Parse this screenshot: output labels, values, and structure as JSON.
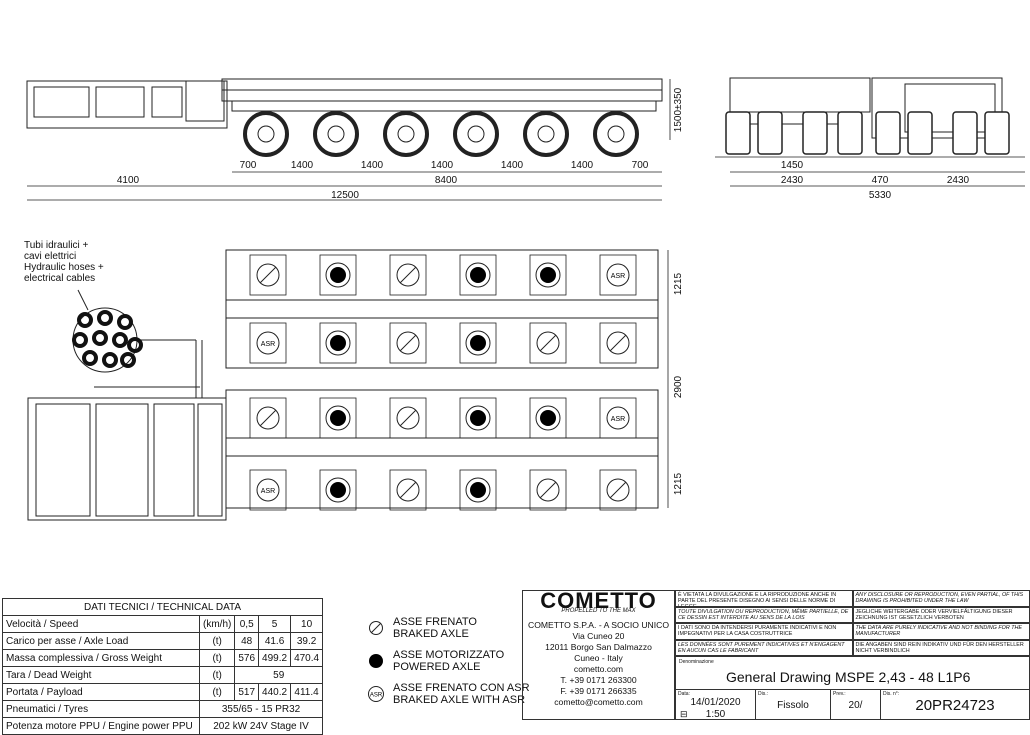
{
  "dimensions": {
    "side_segments": [
      "700",
      "1400",
      "1400",
      "1400",
      "1400",
      "1400",
      "700"
    ],
    "front_segment": "4100",
    "mid_total": "8400",
    "overall_length": "12500",
    "height": "1500±350",
    "end_inner": "1450",
    "end_left": "2430",
    "end_gap": "470",
    "end_right": "2430",
    "end_total": "5330",
    "plan_track_top": "1215",
    "plan_center": "2900",
    "plan_track_bottom": "1215"
  },
  "hoses_label": [
    "Tubi idraulici +",
    "cavi elettrici",
    "Hydraulic hoses +",
    "electrical cables"
  ],
  "axle_marker_text": "ASR",
  "tech_table": {
    "title": "DATI TECNICI  /  TECHNICAL DATA",
    "rows": [
      {
        "label": "Velocità / Speed",
        "unit": "(km/h)",
        "values": [
          "0,5",
          "5",
          "10"
        ]
      },
      {
        "label": "Carico per asse / Axle Load",
        "unit": "(t)",
        "values": [
          "48",
          "41.6",
          "39.2"
        ]
      },
      {
        "label": "Massa complessiva / Gross Weight",
        "unit": "(t)",
        "values": [
          "576",
          "499.2",
          "470.4"
        ]
      },
      {
        "label": "Tara / Dead Weight",
        "unit": "(t)",
        "values": [
          "59"
        ]
      },
      {
        "label": "Portata / Payload",
        "unit": "(t)",
        "values": [
          "517",
          "440.2",
          "411.4"
        ]
      },
      {
        "label": "Pneumatici / Tyres",
        "unit": "",
        "values": [
          "355/65 - 15 PR32"
        ]
      },
      {
        "label": "Potenza motore PPU / Engine power PPU",
        "unit": "",
        "values": [
          "202 kW 24V Stage IV"
        ]
      }
    ]
  },
  "legend": [
    {
      "icon": "braked-axle-icon",
      "line1": "ASSE FRENATO",
      "line2": "BRAKED AXLE"
    },
    {
      "icon": "powered-axle-icon",
      "line1": "ASSE MOTORIZZATO",
      "line2": "POWERED AXLE"
    },
    {
      "icon": "asr-axle-icon",
      "line1": "ASSE FRENATO CON ASR",
      "line2": "BRAKED AXLE WITH ASR"
    }
  ],
  "company": {
    "logo": "COMETTO",
    "tagline": "PROPELLED TO THE MAX",
    "lines": [
      "COMETTO S.P.A. - A SOCIO UNICO",
      "Via Cuneo 20",
      "12011 Borgo San Dalmazzo",
      "Cuneo - Italy",
      "cometto.com",
      "T. +39 0171 263300",
      "F. +39 0171 266335",
      "cometto@cometto.com"
    ]
  },
  "notes": [
    "È VIETATA LA DIVULGAZIONE E LA RIPRODUZIONE ANCHE IN PARTE DEL PRESENTE DISEGNO AI SENSI DELLE NORME DI LEGGE",
    "ANY DISCLOSURE OR REPRODUCTION, EVEN PARTIAL, OF THIS DRAWING IS PROHIBITED UNDER THE LAW",
    "TOUTE DIVULGATION OU REPRODUCTION, MÊME PARTIELLE, DE CE DESSIN EST INTERDITE AU SENS DE LA LOIS",
    "JEGLICHE WEITERGABE ODER VERVIELFÄLTIGUNG DIESER ZEICHNUNG IST GESETZLICH VERBOTEN",
    "I DATI SONO DA INTENDERSI PURAMENTE INDICATIVI E NON IMPEGNATIVI PER LA CASA COSTRUTTRICE",
    "THE DATA ARE PURELY INDICATIVE AND NOT BINDING FOR THE MANUFACTURER",
    "LES DONNÉES SONT PUREMENT INDICATIVES ET N'ENGAGENT EN AUCUN CAS LE FABRICANT",
    "DIE ANGABEN SIND REIN INDIKATIV UND FÜR DEN HERSTELLER NICHT VERBINDLICH"
  ],
  "title_block": {
    "denominazione_label": "Denominazione",
    "title": "General Drawing MSPE 2,43 - 48   L1P6",
    "data_label": "Data:",
    "date": "14/01/2020",
    "scale": "1:50",
    "dis_label": "Dis.:",
    "drawn_by": "Fissolo",
    "prev_label": "Prev.:",
    "prev": "20/",
    "dwg_label": "Dis. n°:",
    "number": "20PR24723"
  }
}
